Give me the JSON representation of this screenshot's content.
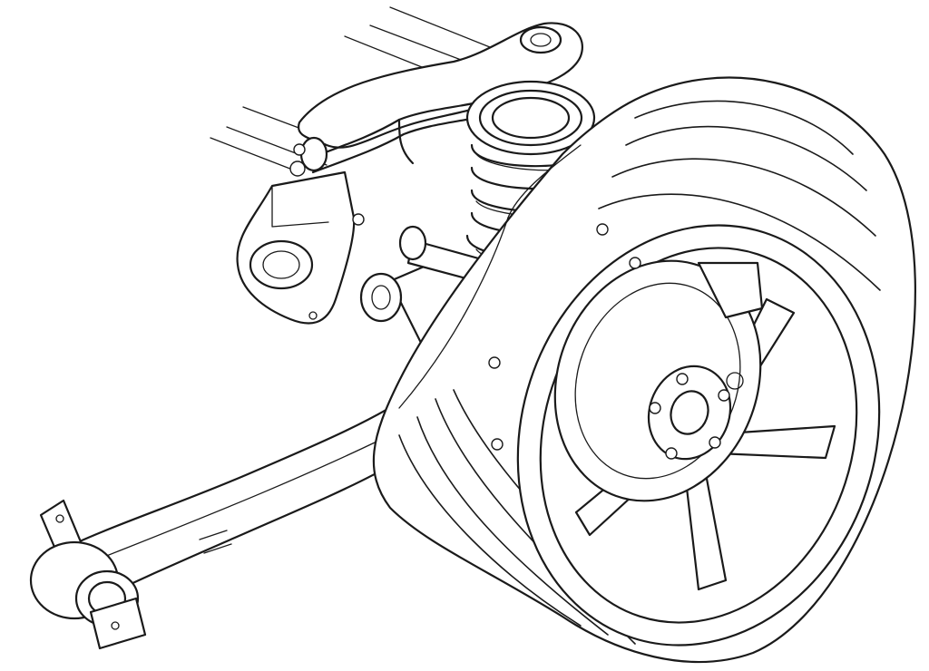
{
  "illustration": {
    "subject": "rear-suspension-assembly",
    "style": "black-line-art",
    "colors": {
      "background": "#ffffff",
      "ink": "#1a1a1a"
    },
    "components": [
      "subframe",
      "coil-spring",
      "shock-absorber",
      "upper-control-arm",
      "lower-control-arm",
      "trailing-arm",
      "stabilizer-bar",
      "brake-disc",
      "wheel-hub",
      "alloy-wheel",
      "tire"
    ]
  }
}
